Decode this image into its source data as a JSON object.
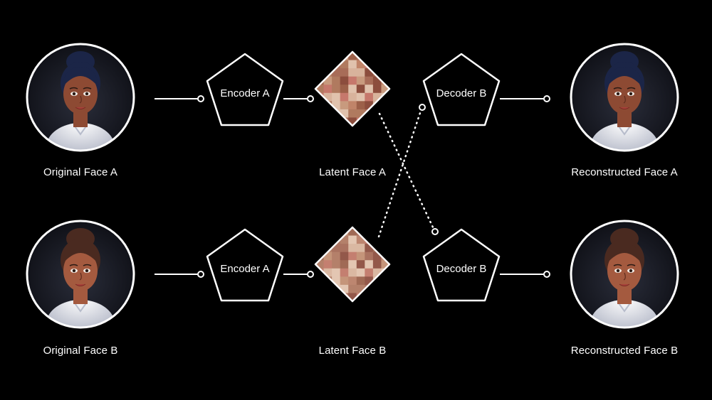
{
  "colors": {
    "background": "#000000",
    "stroke": "#ffffff",
    "portrait_bg": "#14151d",
    "skin_a": "#8d4a33",
    "skin_b": "#a45a3f",
    "hair_a": "#1b2547",
    "hair_b": "#4a2a20",
    "shirt": "#e6e8ee"
  },
  "row_a": {
    "original_label": "Original Face A",
    "encoder_label": "Encoder A",
    "latent_label": "Latent Face A",
    "decoder_label": "Decoder B",
    "reconstructed_label": "Reconstructed Face A"
  },
  "row_b": {
    "original_label": "Original Face B",
    "encoder_label": "Encoder A",
    "latent_label": "Latent Face B",
    "decoder_label": "Decoder B",
    "reconstructed_label": "Reconstructed Face B"
  },
  "icons": {
    "portrait": "avatar-portrait-icon",
    "latent": "pixelated-face-icon"
  }
}
